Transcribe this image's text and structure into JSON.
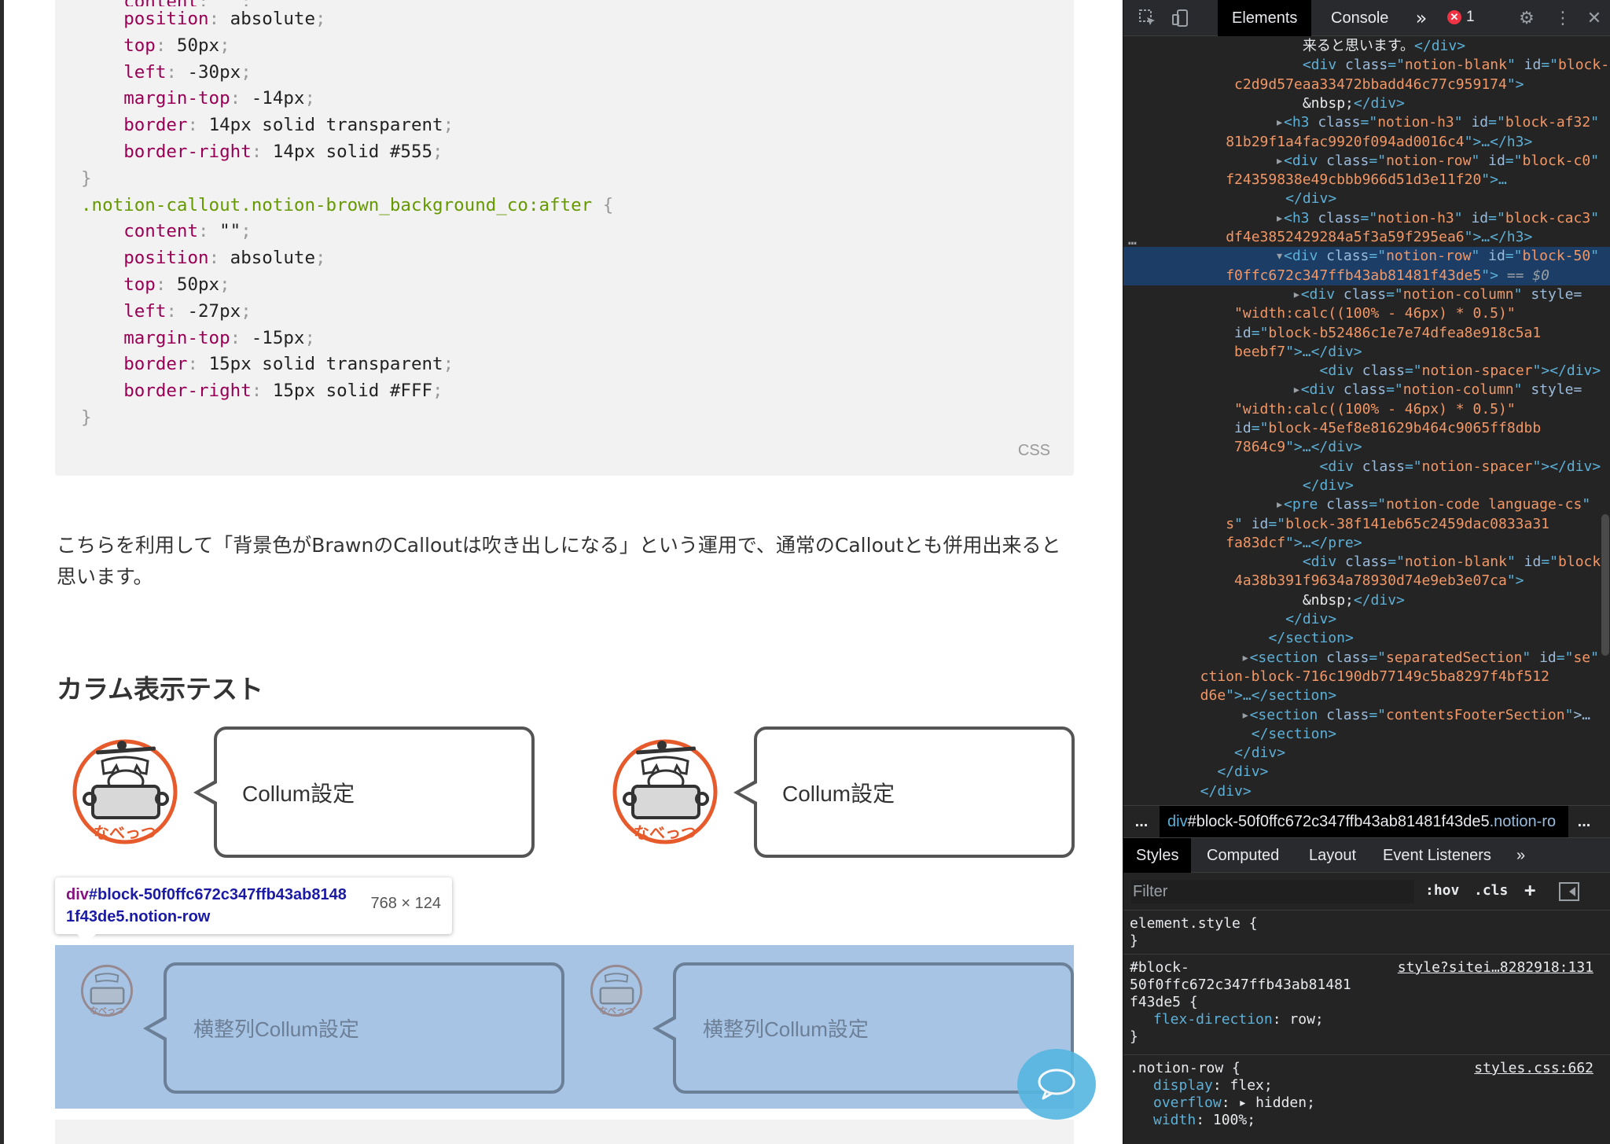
{
  "page": {
    "code": {
      "lines": [
        {
          "indent": "    ",
          "prop": "content",
          "value": "\"\";",
          "cut": true
        },
        {
          "indent": "    ",
          "prop": "position",
          "value": "absolute"
        },
        {
          "indent": "    ",
          "prop": "top",
          "value": "50px"
        },
        {
          "indent": "    ",
          "prop": "left",
          "value": "-30px"
        },
        {
          "indent": "    ",
          "prop": "margin-top",
          "value": "-14px"
        },
        {
          "indent": "    ",
          "prop": "border",
          "value": "14px solid transparent"
        },
        {
          "indent": "    ",
          "prop": "border-right",
          "value": "14px solid #555"
        },
        {
          "indent": "",
          "close": "}"
        },
        {
          "indent": "",
          "selector": ".notion-callout.notion-brown_background_co:after",
          "open": "{"
        },
        {
          "indent": "    ",
          "prop": "content",
          "value": "\"\""
        },
        {
          "indent": "    ",
          "prop": "position",
          "value": "absolute"
        },
        {
          "indent": "    ",
          "prop": "top",
          "value": "50px"
        },
        {
          "indent": "    ",
          "prop": "left",
          "value": "-27px"
        },
        {
          "indent": "    ",
          "prop": "margin-top",
          "value": "-15px"
        },
        {
          "indent": "    ",
          "prop": "border",
          "value": "15px solid transparent"
        },
        {
          "indent": "    ",
          "prop": "border-right",
          "value": "15px solid #FFF"
        },
        {
          "indent": "",
          "close": "}"
        }
      ],
      "language": "CSS"
    },
    "paragraph": "こちらを利用して「背景色がBrawnのCalloutは吹き出しになる」という運用で、通常のCalloutとも併用出来ると思います。",
    "heading": "カラム表示テスト",
    "row1": {
      "left_text": "Collum設定",
      "right_text": "Collum設定"
    },
    "row2": {
      "left_text": "横整列Collum設定",
      "right_text": "横整列Collum設定"
    },
    "avatar_caption": "なべっつ",
    "inspect_tooltip": {
      "tag": "div",
      "id": "#block-50f0ffc672c347ffb43ab81481f43de5",
      "cls": ".notion-row",
      "size": "768 × 124"
    },
    "colors": {
      "highlight": "#a7c4e5",
      "bubble_border": "#555555",
      "avatar_ring": "#e65a2c",
      "chat_button": "#55b6e0"
    }
  },
  "devtools": {
    "tabs": {
      "elements": "Elements",
      "console": "Console",
      "more": "»"
    },
    "errors": "1",
    "dom": [
      {
        "i": 6,
        "t": "text",
        "s": "来ると思います。",
        "close": "</div>"
      },
      {
        "i": 6,
        "t": "open",
        "tag": "div",
        "attrs": [
          [
            "class",
            "notion-blank"
          ],
          [
            "id",
            "block-"
          ]
        ]
      },
      {
        "i": 6,
        "t": "cont",
        "s": "c2d9d57eaa33472bbadd46c77c959174\">"
      },
      {
        "i": 6,
        "t": "text",
        "s": "&nbsp;",
        "close": "</div>"
      },
      {
        "i": 5,
        "t": "coll",
        "tag": "h3",
        "attrs": [
          [
            "class",
            "notion-h3"
          ],
          [
            "id",
            "block-af32"
          ]
        ]
      },
      {
        "i": 5,
        "t": "cont",
        "s": "81b29f1a4fac9920f094ad0016c4\">…</h3>"
      },
      {
        "i": 5,
        "t": "coll",
        "tag": "div",
        "attrs": [
          [
            "class",
            "notion-row"
          ],
          [
            "id",
            "block-c0"
          ]
        ]
      },
      {
        "i": 5,
        "t": "cont",
        "s": "f24359838e49cbbb966d51d3e11f20\">…"
      },
      {
        "i": 5,
        "t": "closeonly",
        "s": "</div>"
      },
      {
        "i": 5,
        "t": "coll",
        "tag": "h3",
        "attrs": [
          [
            "class",
            "notion-h3"
          ],
          [
            "id",
            "block-cac3"
          ]
        ]
      },
      {
        "i": 5,
        "t": "cont",
        "s": "df4e3852429284a5f3a59f295ea6\">…</h3>"
      },
      {
        "i": 5,
        "t": "exp",
        "tag": "div",
        "attrs": [
          [
            "class",
            "notion-row"
          ],
          [
            "id",
            "block-50"
          ]
        ],
        "sel": true
      },
      {
        "i": 5,
        "t": "cont",
        "s": "f0ffc672c347ffb43ab81481f43de5\"> == $0",
        "sel": true
      },
      {
        "i": 6,
        "t": "coll",
        "tag": "div",
        "attrs": [
          [
            "class",
            "notion-column"
          ]
        ],
        "tail": " style="
      },
      {
        "i": 6,
        "t": "cont",
        "s": "\"width:calc((100% - 46px) * 0.5)\""
      },
      {
        "i": 6,
        "t": "cont",
        "s": "id=\"block-b52486c1e7e74dfea8e918c5a1"
      },
      {
        "i": 6,
        "t": "cont",
        "s": "beebf7\">…</div>"
      },
      {
        "i": 7,
        "t": "self",
        "tag": "div",
        "attrs": [
          [
            "class",
            "notion-spacer"
          ]
        ]
      },
      {
        "i": 6,
        "t": "coll",
        "tag": "div",
        "attrs": [
          [
            "class",
            "notion-column"
          ]
        ],
        "tail": " style="
      },
      {
        "i": 6,
        "t": "cont",
        "s": "\"width:calc((100% - 46px) * 0.5)\""
      },
      {
        "i": 6,
        "t": "cont",
        "s": "id=\"block-45ef8e81629b464c9065ff8dbb"
      },
      {
        "i": 6,
        "t": "cont",
        "s": "7864c9\">…</div>"
      },
      {
        "i": 7,
        "t": "self",
        "tag": "div",
        "attrs": [
          [
            "class",
            "notion-spacer"
          ]
        ]
      },
      {
        "i": 6,
        "t": "closeonly",
        "s": "</div>"
      },
      {
        "i": 5,
        "t": "coll",
        "tag": "pre",
        "attrs": [
          [
            "class",
            "notion-code language-cs"
          ]
        ]
      },
      {
        "i": 5,
        "t": "cont",
        "s": "s\" id=\"block-38f141eb65c2459dac0833a31"
      },
      {
        "i": 5,
        "t": "cont",
        "s": "fa83dcf\">…</pre>"
      },
      {
        "i": 6,
        "t": "open",
        "tag": "div",
        "attrs": [
          [
            "class",
            "notion-blank"
          ],
          [
            "id",
            "block-"
          ]
        ]
      },
      {
        "i": 6,
        "t": "cont",
        "s": "4a38b391f9634a78930d74e9eb3e07ca\">"
      },
      {
        "i": 6,
        "t": "text",
        "s": "&nbsp;",
        "close": "</div>"
      },
      {
        "i": 5,
        "t": "closeonly",
        "s": "</div>"
      },
      {
        "i": 4,
        "t": "closeonly",
        "s": "</section>"
      },
      {
        "i": 3,
        "t": "coll",
        "tag": "section",
        "attrs": [
          [
            "class",
            "separatedSection"
          ],
          [
            "id",
            "se"
          ]
        ]
      },
      {
        "i": 3,
        "t": "cont",
        "s": "ction-block-716c190db77149c5ba8297f4bf512"
      },
      {
        "i": 3,
        "t": "cont",
        "s": "d6e\">…</section>"
      },
      {
        "i": 3,
        "t": "coll",
        "tag": "section",
        "attrs": [
          [
            "class",
            "contentsFooterSection"
          ]
        ],
        "tail": ">…"
      },
      {
        "i": 3,
        "t": "closeonly",
        "s": "</section>"
      },
      {
        "i": 2,
        "t": "closeonly",
        "s": "</div>"
      },
      {
        "i": 1,
        "t": "closeonly",
        "s": "</div>"
      },
      {
        "i": 0,
        "t": "closeonly",
        "s": "</div>"
      }
    ],
    "breadcrumb": {
      "more": "...",
      "tag": "div",
      "id": "#block-50f0ffc672c347ffb43ab81481f43de5",
      "cls": ".notion-ro",
      "more_right": "..."
    },
    "styles_tabs": [
      "Styles",
      "Computed",
      "Layout",
      "Event Listeners",
      "»"
    ],
    "filter": {
      "placeholder": "Filter",
      "hov": ":hov",
      "cls": ".cls",
      "plus": "+"
    },
    "rules": [
      {
        "selector": "element.style {",
        "decls": [],
        "close": "}"
      },
      {
        "selector": "#block-",
        "selector2": "50f0ffc672c347ffb43ab81481",
        "selector3": "f43de5 {",
        "source": "style?sitei…8282918:131",
        "decls": [
          [
            "flex-direction",
            "row;"
          ]
        ],
        "close": "}"
      },
      {
        "selector": ".notion-row {",
        "source": "styles.css:662",
        "decls": [
          [
            "display",
            "flex;"
          ],
          [
            "overflow",
            "▸ hidden;"
          ],
          [
            "width",
            "100%;"
          ]
        ],
        "close": ""
      }
    ]
  }
}
